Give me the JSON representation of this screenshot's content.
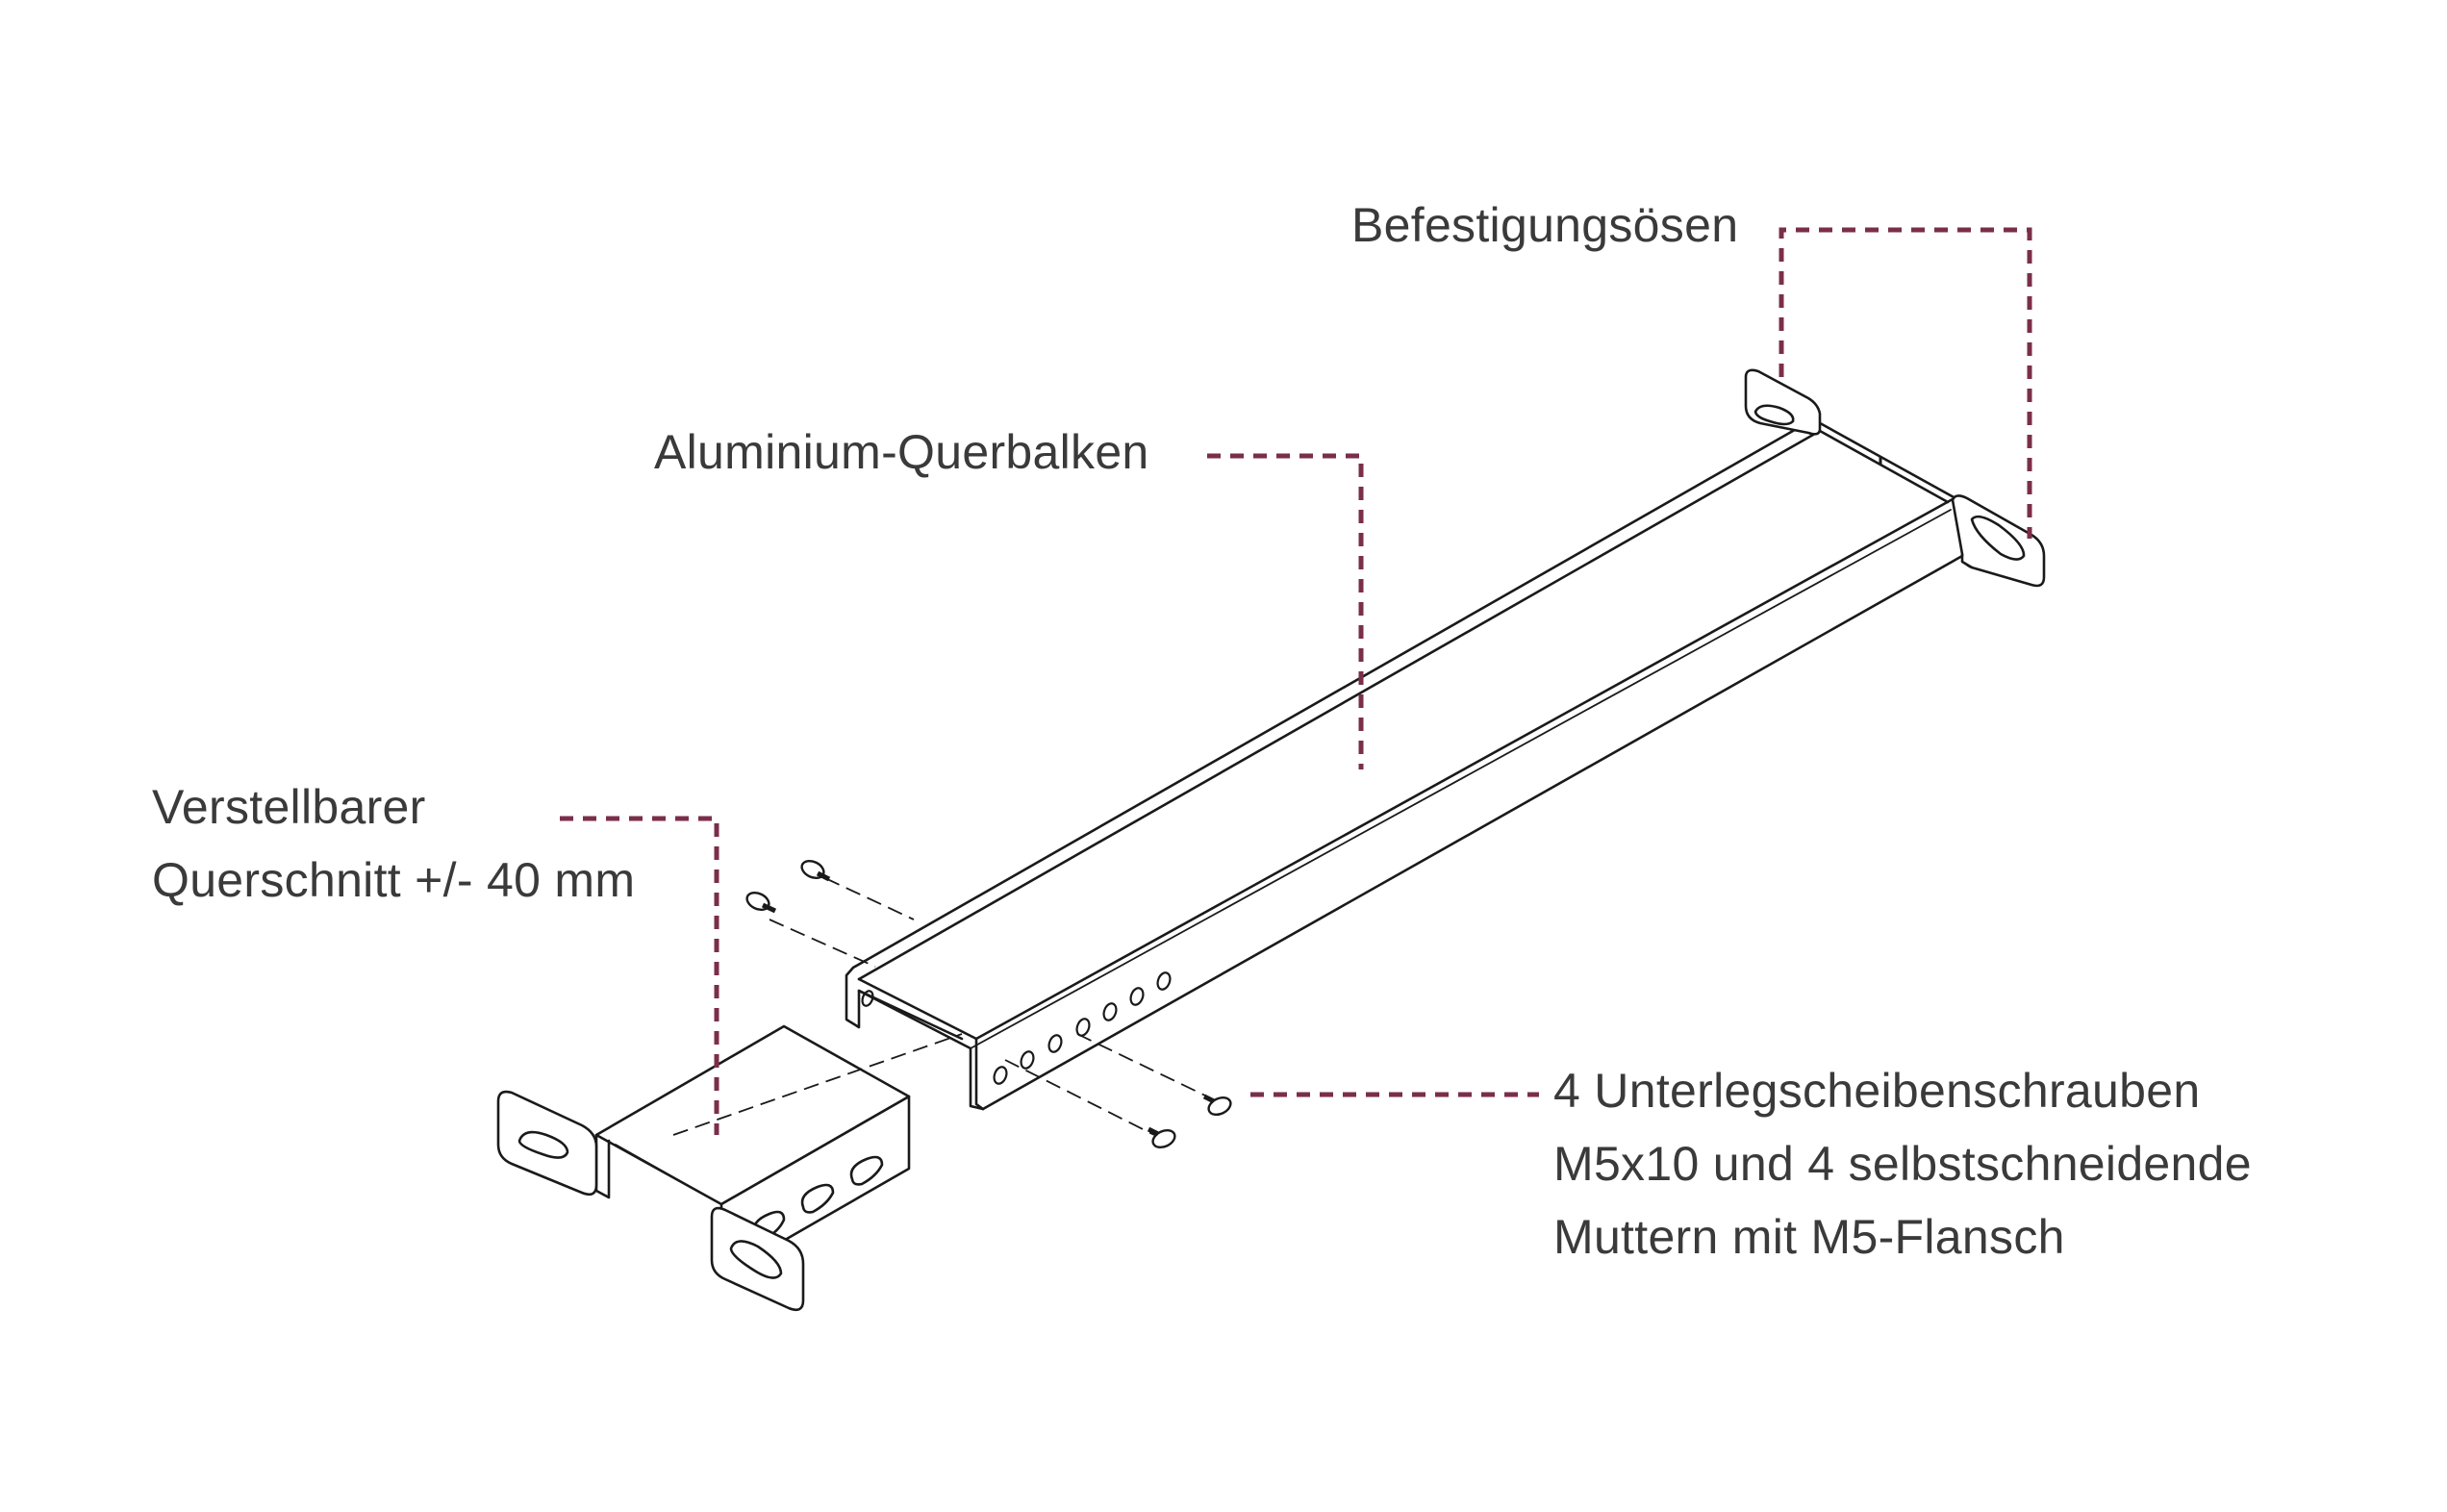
{
  "labels": {
    "mounting_eyes": "Befestigungsösen",
    "crossbar": "Aluminium-Querbalken",
    "adjustable_line1": "Verstellbarer",
    "adjustable_line2": "Querschnitt +/- 40 mm",
    "screws_line1": "4 Unterlegscheibenschrauben",
    "screws_line2": "M5x10 und 4 selbstschneidende",
    "screws_line3": "Muttern mit M5-Flansch"
  },
  "colors": {
    "leader": "#7a2e4a",
    "line": "#1a1a1a",
    "text": "#3a3a3a"
  }
}
